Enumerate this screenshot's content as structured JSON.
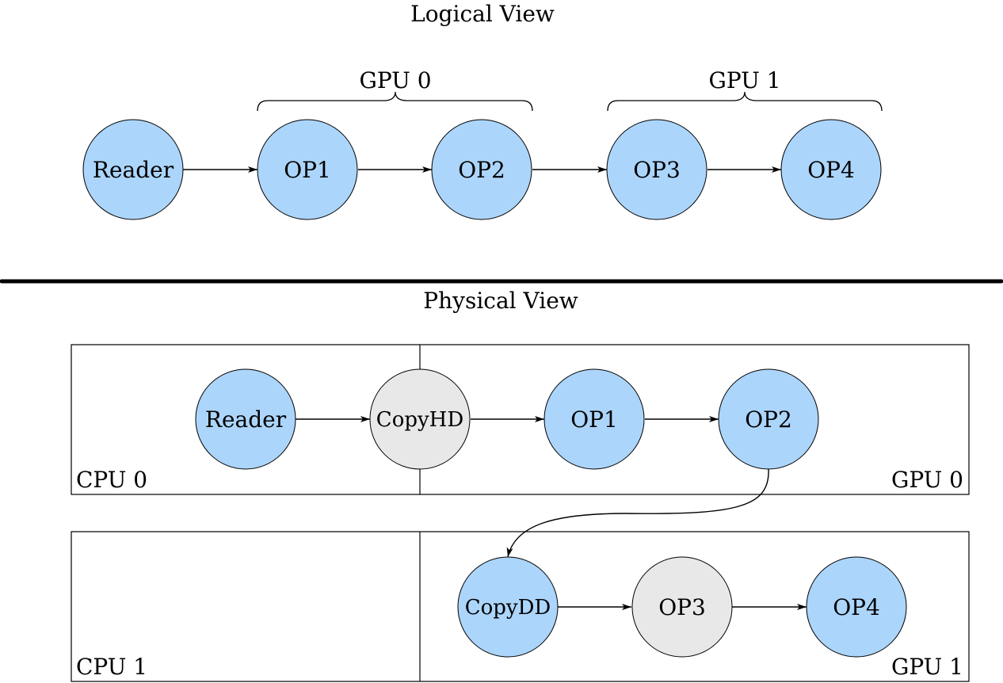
{
  "logical": {
    "title": "Logical View",
    "groups": [
      {
        "label": "GPU 0"
      },
      {
        "label": "GPU 1"
      }
    ],
    "nodes": [
      {
        "label": "Reader",
        "style": "blue"
      },
      {
        "label": "OP1",
        "style": "blue"
      },
      {
        "label": "OP2",
        "style": "blue"
      },
      {
        "label": "OP3",
        "style": "blue"
      },
      {
        "label": "OP4",
        "style": "blue"
      }
    ]
  },
  "physical": {
    "title": "Physical View",
    "rows": [
      {
        "cpu_label": "CPU 0",
        "gpu_label": "GPU 0",
        "nodes": [
          {
            "label": "Reader",
            "style": "blue"
          },
          {
            "label": "CopyHD",
            "style": "gray"
          },
          {
            "label": "OP1",
            "style": "blue"
          },
          {
            "label": "OP2",
            "style": "blue"
          }
        ]
      },
      {
        "cpu_label": "CPU 1",
        "gpu_label": "GPU 1",
        "nodes": [
          {
            "label": "CopyDD",
            "style": "blue"
          },
          {
            "label": "OP3",
            "style": "gray"
          },
          {
            "label": "OP4",
            "style": "blue"
          }
        ]
      }
    ]
  },
  "colors": {
    "node_blue": "#acd5fb",
    "node_gray": "#e8e8e8",
    "line": "#000000"
  }
}
